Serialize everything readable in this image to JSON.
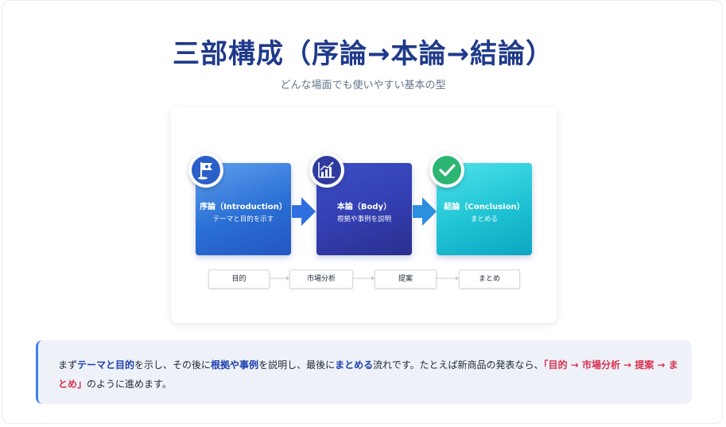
{
  "header": {
    "title": "三部構成（序論→本論→結論）",
    "subtitle": "どんな場面でも使いやすい基本の型"
  },
  "diagram": {
    "stages": [
      {
        "title": "序論（Introduction）",
        "desc": "テーマと目的を示す",
        "icon": "flag-icon",
        "color": "#2a6fd4"
      },
      {
        "title": "本論（Body）",
        "desc": "根拠や事例を説明",
        "icon": "chart-icon",
        "color": "#3340b3"
      },
      {
        "title": "結論（Conclusion）",
        "desc": "まとめる",
        "icon": "check-icon",
        "color": "#1fc3d4"
      }
    ],
    "steps": [
      "目的",
      "市場分析",
      "提案",
      "まとめ"
    ]
  },
  "note": {
    "t1": "まず",
    "h1": "テーマと目的",
    "t2": "を示し、その後に",
    "h2": "根拠や事例",
    "t3": "を説明し、最後に",
    "h3": "まとめる",
    "t4": "流れです。たとえば新商品の発表なら、",
    "h4": "「目的 → 市場分析 → 提案 → まとめ」",
    "t5": "のように進めます。"
  },
  "colors": {
    "title": "#1f3a8a",
    "accent": "#3b82f6",
    "highlight": "#d9304f"
  }
}
